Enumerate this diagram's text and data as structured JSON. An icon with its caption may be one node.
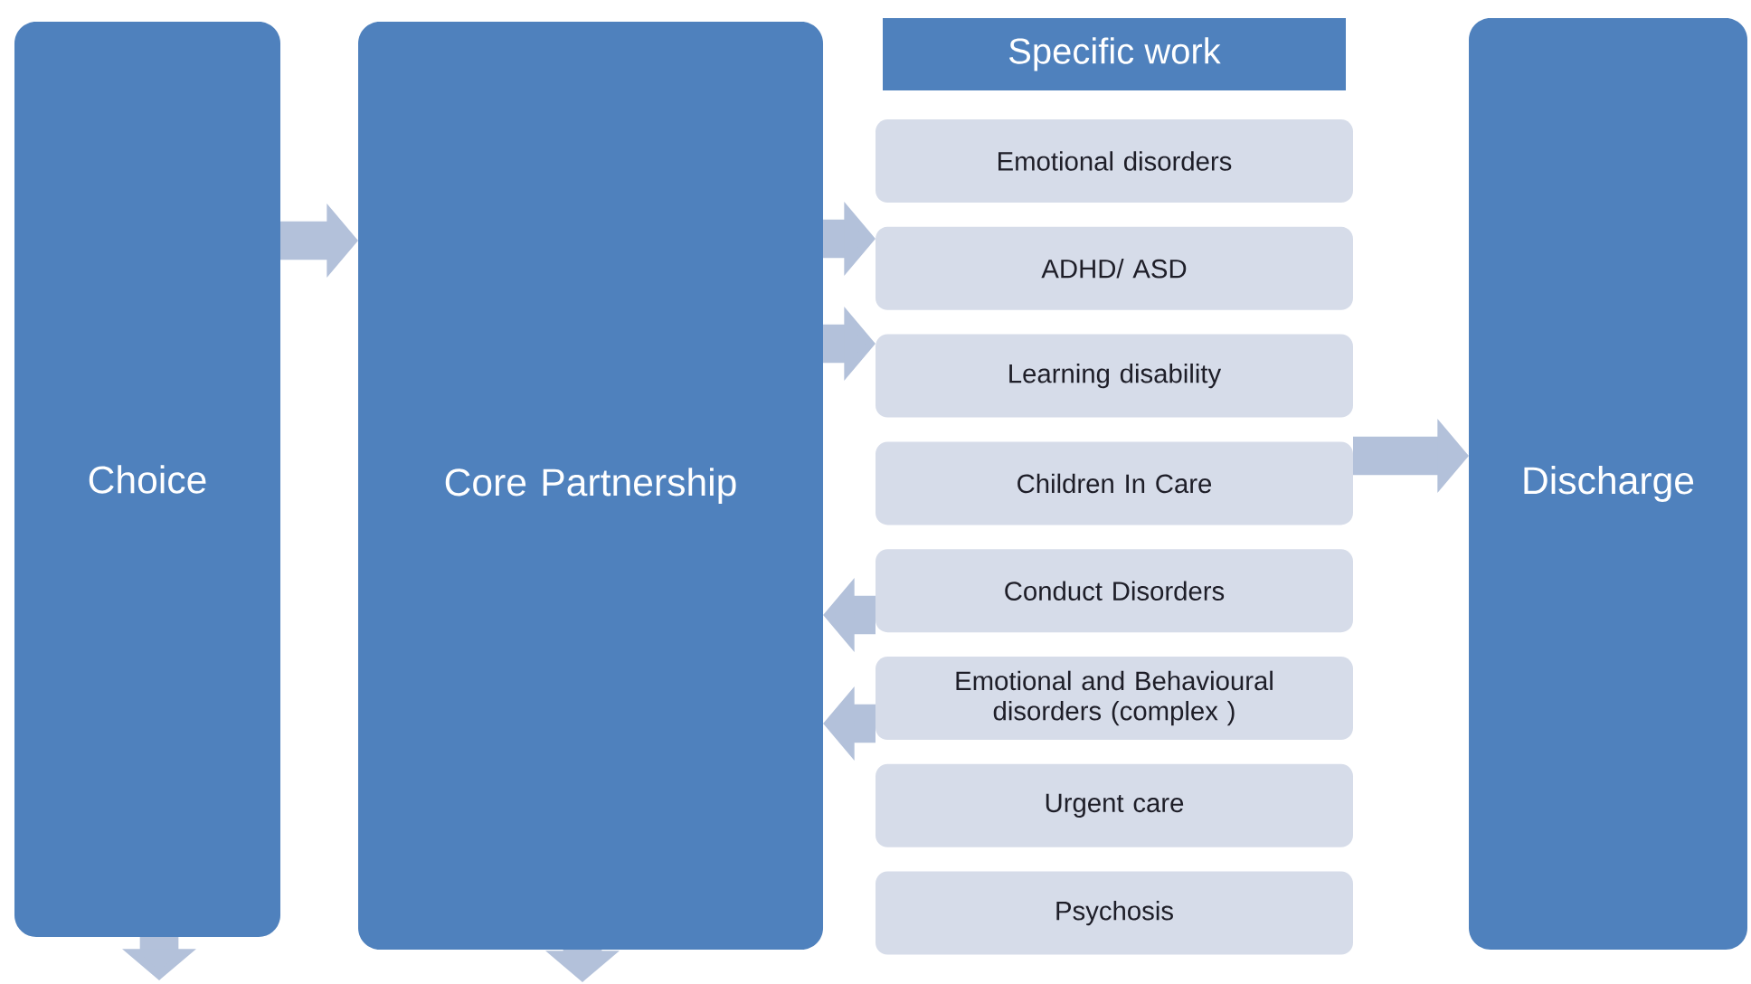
{
  "diagram": {
    "nodes": [
      {
        "text": [
          "Choice"
        ]
      },
      {
        "text": [
          "Core Partnership"
        ]
      },
      {
        "text": [
          "Specific work"
        ]
      },
      {
        "text": [
          "Emotional disorders"
        ]
      },
      {
        "text": [
          "ADHD/ ASD"
        ]
      },
      {
        "text": [
          "Learning disability"
        ]
      },
      {
        "text": [
          "Children In Care"
        ]
      },
      {
        "text": [
          "Conduct Disorders"
        ]
      },
      {
        "text": [
          "Emotional and Behavioural disorders (complex )"
        ]
      },
      {
        "text": [
          "Urgent care"
        ]
      },
      {
        "text": [
          "Psychosis"
        ]
      },
      {
        "text": [
          "Discharge"
        ]
      }
    ],
    "edges": [
      {
        "from": 0,
        "to": 1,
        "arrow": "to"
      },
      {
        "from": 1,
        "to": 4,
        "arrow": "to"
      },
      {
        "from": 1,
        "to": 5,
        "arrow": "to"
      },
      {
        "from": 7,
        "to": 1,
        "arrow": "to"
      },
      {
        "from": 8,
        "to": 1,
        "arrow": "to"
      },
      {
        "from": 6,
        "to": 11,
        "arrow": "to"
      },
      {
        "from": 0,
        "to": null,
        "arrow": "to"
      },
      {
        "from": 1,
        "to": null,
        "arrow": "to"
      }
    ]
  }
}
